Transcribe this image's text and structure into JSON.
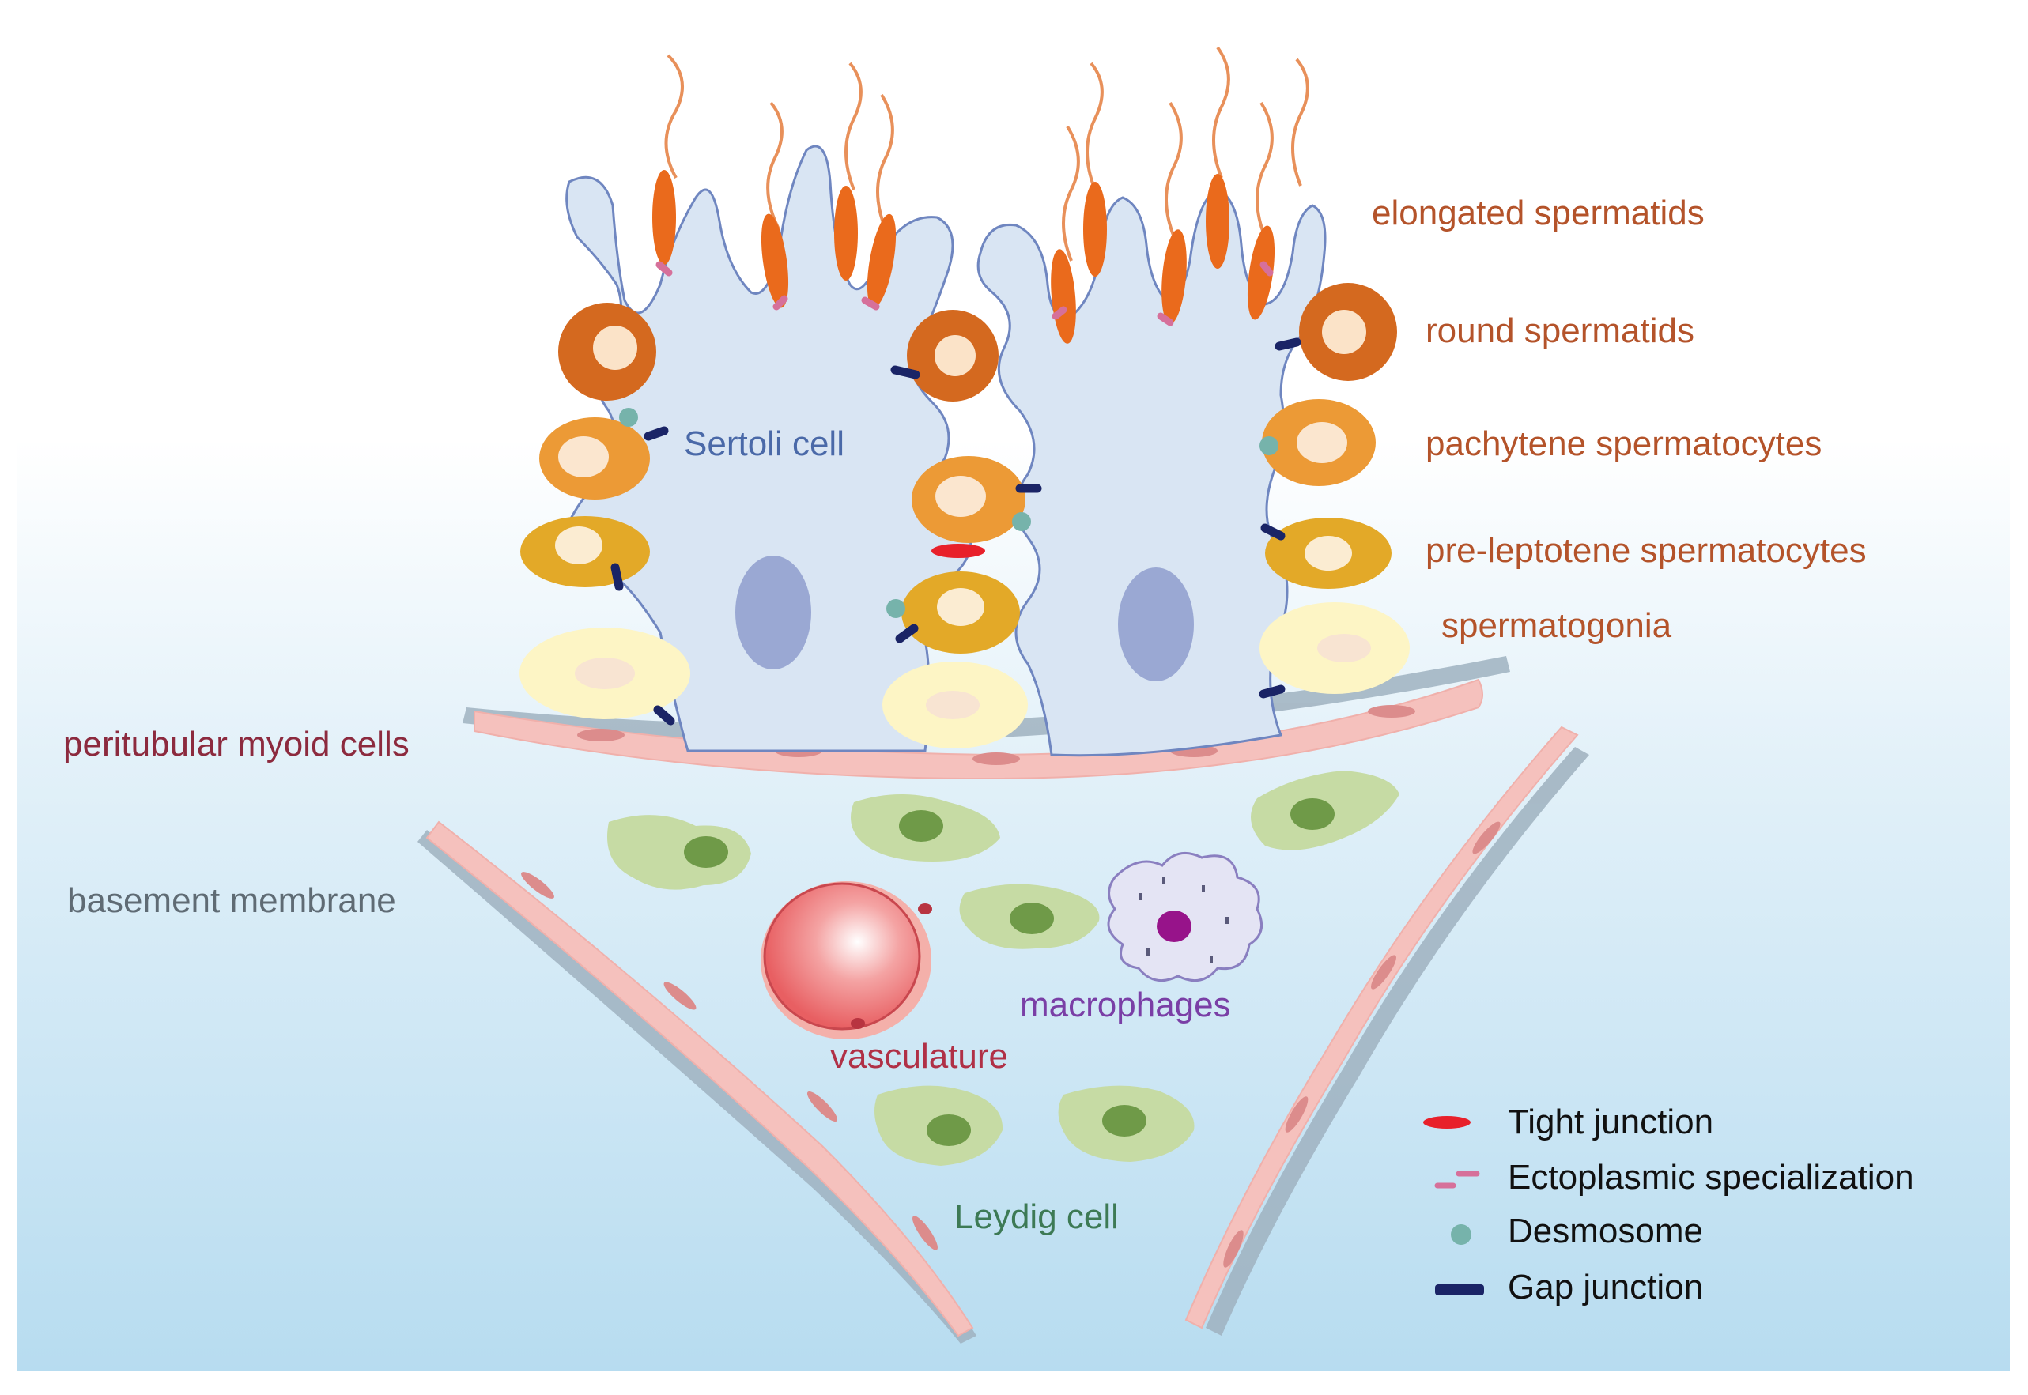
{
  "colors": {
    "sertoli_fill": "#d9e5f3",
    "sertoli_stroke": "#6f86c0",
    "nucleus": "#9aa8d3",
    "spermatid_label": "#b4532a",
    "myoid_label": "#8c2a3e",
    "basement_label": "#5f6b74",
    "sertoli_label": "#4a69a8",
    "macrophage_label": "#7a3fa6",
    "vasculature_label": "#b03046",
    "leydig_label": "#3d7a55",
    "tight_junction": "#e8202a",
    "ectoplasmic": "#d6709a",
    "desmosome": "#76b3ab",
    "gap_junction": "#1a2466"
  },
  "labels": {
    "elongated_spermatids": "elongated spermatids",
    "round_spermatids": "round spermatids",
    "pachytene_spermatocytes": "pachytene spermatocytes",
    "pre_leptotene_spermatocytes": "pre-leptotene spermatocytes",
    "spermatogonia": "spermatogonia",
    "sertoli_cell": "Sertoli cell",
    "peritubular_myoid_cells": "peritubular myoid cells",
    "basement_membrane": "basement membrane",
    "macrophages": "macrophages",
    "vasculature": "vasculature",
    "leydig_cell": "Leydig cell"
  },
  "legend": {
    "tight_junction": "Tight junction",
    "ectoplasmic_specialization": "Ectoplasmic specialization",
    "desmosome": "Desmosome",
    "gap_junction": "Gap junction"
  }
}
